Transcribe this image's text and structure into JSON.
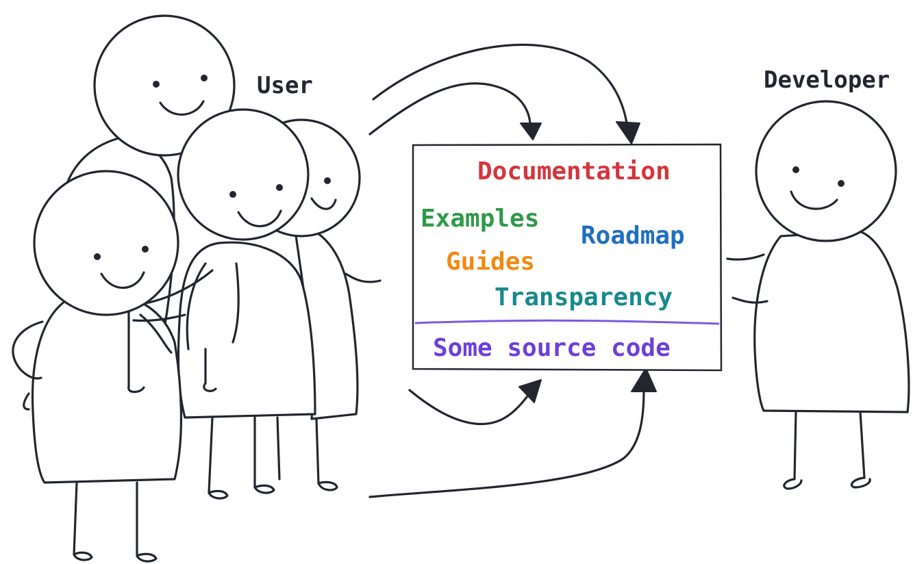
{
  "labels": {
    "user": "User",
    "developer": "Developer"
  },
  "box": {
    "items": [
      {
        "text": "Documentation",
        "color": "#d6343c"
      },
      {
        "text": "Examples",
        "color": "#2f9a4a"
      },
      {
        "text": "Roadmap",
        "color": "#1f6fc0"
      },
      {
        "text": "Guides",
        "color": "#f08a12"
      },
      {
        "text": "Transparency",
        "color": "#178a8c"
      }
    ],
    "divider_color": "#7a5be0",
    "source": {
      "text": "Some source code",
      "color": "#6d3fd8"
    }
  }
}
